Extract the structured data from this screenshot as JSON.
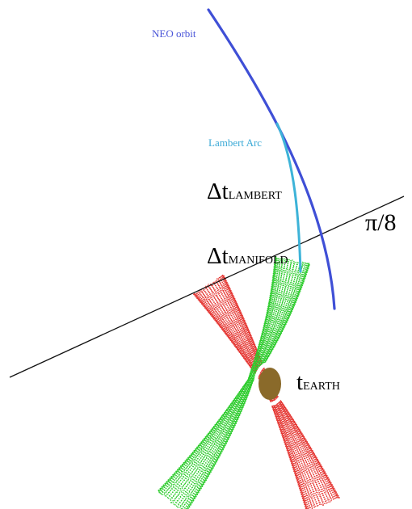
{
  "labels": {
    "neo_orbit": "NEO orbit",
    "lambert_arc": "Lambert Arc",
    "dt_lambert": {
      "symbol": "Δt",
      "subscript": "LAMBERT"
    },
    "dt_manifold": {
      "symbol": "Δt",
      "subscript": "MANIFOLD"
    },
    "angle": "π/8",
    "t_earth": {
      "symbol": "t",
      "subscript": "EARTH"
    }
  },
  "colors": {
    "neo_orbit": "#3f4fd6",
    "neo_label": "#4a55d8",
    "lambert_arc": "#3db3d8",
    "lambert_label": "#3aa9d6",
    "unstable_manifold": "#e53935",
    "stable_manifold": "#2ecc2e",
    "earth_ring": "#ffffff",
    "earth_core": "#8a6a2a",
    "section_line": "#111111",
    "text": "#000000"
  }
}
